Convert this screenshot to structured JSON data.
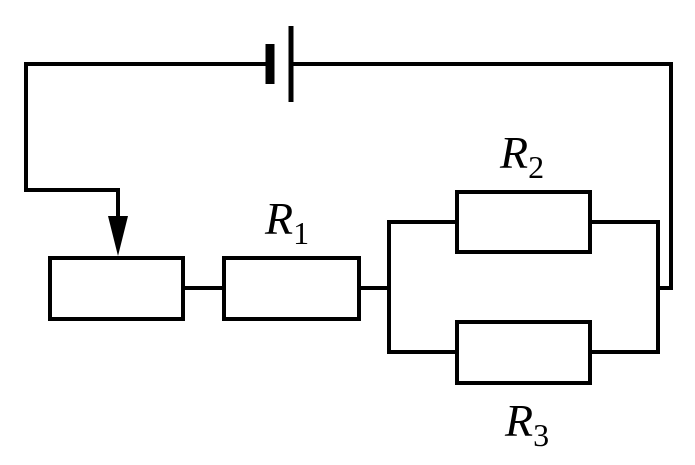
{
  "diagram": {
    "type": "circuit",
    "components": {
      "r1": {
        "letter": "R",
        "subscript": "1"
      },
      "r2": {
        "letter": "R",
        "subscript": "2"
      },
      "r3": {
        "letter": "R",
        "subscript": "3"
      },
      "rheostat": {
        "icon": "rheostat-slider-arrow-icon"
      },
      "battery": {
        "icon": "battery-cell-icon"
      }
    },
    "colors": {
      "stroke": "#000000",
      "background": "#ffffff"
    }
  }
}
